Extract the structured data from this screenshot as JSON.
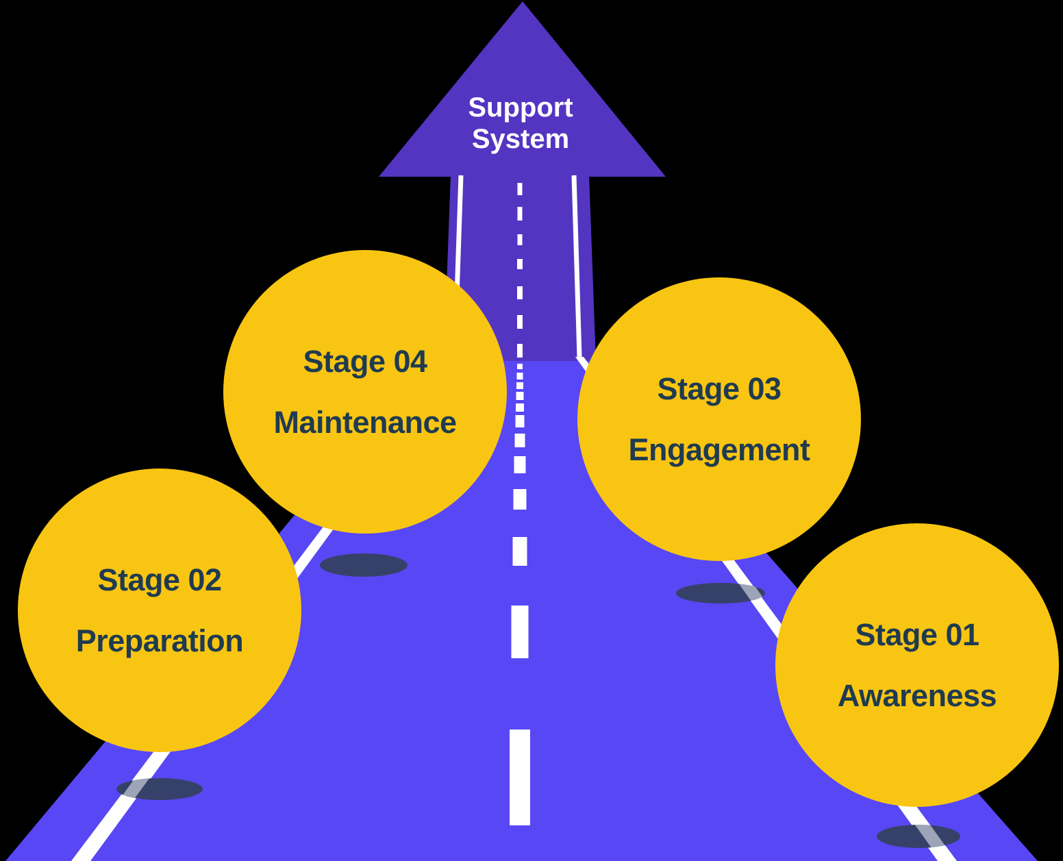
{
  "diagram": {
    "arrow_label": {
      "line1": "Support",
      "line2": "System"
    },
    "stages": [
      {
        "stage": "Stage 01",
        "name": "Awareness"
      },
      {
        "stage": "Stage 02",
        "name": "Preparation"
      },
      {
        "stage": "Stage 03",
        "name": "Engagement"
      },
      {
        "stage": "Stage 04",
        "name": "Maintenance"
      }
    ],
    "colors": {
      "background": "#000000",
      "road": "#5847F4",
      "arrow": "#5335C1",
      "lane_marking": "#FFFFFF",
      "pothole": "#364169",
      "stage_circle": "#F9C513",
      "stage_text": "#1F3B50",
      "arrow_text": "#FFFFFF"
    }
  }
}
